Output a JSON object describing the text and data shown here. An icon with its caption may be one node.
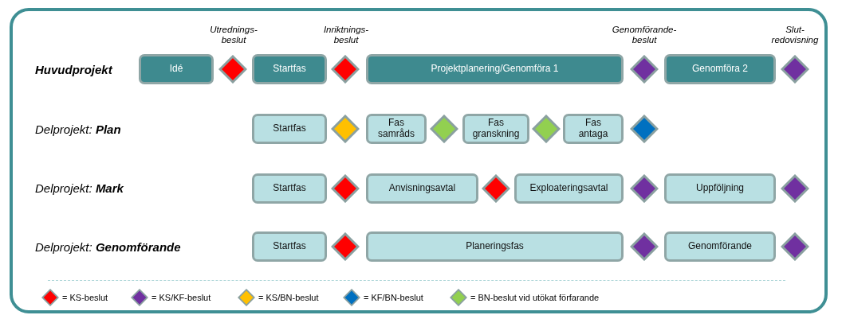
{
  "diagram": {
    "nodes": [
      {
        "text": [
          "Idé"
        ]
      },
      {
        "text": [],
        "shape": "diamond"
      },
      {
        "text": [
          "Startfas"
        ]
      },
      {
        "text": [],
        "shape": "diamond"
      },
      {
        "text": [
          "Projektplanering/Genomföra 1"
        ]
      },
      {
        "text": [],
        "shape": "diamond"
      },
      {
        "text": [
          "Genomföra 2"
        ]
      },
      {
        "text": [],
        "shape": "diamond"
      },
      {
        "text": [
          "Startfas"
        ]
      },
      {
        "text": [],
        "shape": "diamond"
      },
      {
        "text": [
          "Fas samråds"
        ]
      },
      {
        "text": [],
        "shape": "diamond"
      },
      {
        "text": [
          "Fas granskning"
        ]
      },
      {
        "text": [],
        "shape": "diamond"
      },
      {
        "text": [
          "Fas antaga"
        ]
      },
      {
        "text": [],
        "shape": "diamond"
      },
      {
        "text": [
          "Startfas"
        ]
      },
      {
        "text": [],
        "shape": "diamond"
      },
      {
        "text": [
          "Anvisningsavtal"
        ]
      },
      {
        "text": [],
        "shape": "diamond"
      },
      {
        "text": [
          "Exploateringsavtal"
        ]
      },
      {
        "text": [],
        "shape": "diamond"
      },
      {
        "text": [
          "Uppföljning"
        ]
      },
      {
        "text": [],
        "shape": "diamond"
      },
      {
        "text": [
          "Startfas"
        ]
      },
      {
        "text": [],
        "shape": "diamond"
      },
      {
        "text": [
          "Planeringsfas"
        ]
      },
      {
        "text": [],
        "shape": "diamond"
      },
      {
        "text": [
          "Genomförande"
        ]
      },
      {
        "text": [],
        "shape": "diamond"
      }
    ],
    "labels": [
      "Utrednings- beslut",
      "Inriktnings- beslut",
      "Genomförande- beslut",
      "Slut- redovisning",
      "Huvudprojekt",
      "Delprojekt: **Plan**",
      "Delprojekt: **Mark**",
      "Delprojekt: **Genomförande**"
    ],
    "legend": [
      {
        "text": "= KS-beslut",
        "color": "#ff0000"
      },
      {
        "text": "= KS/KF-beslut",
        "color": "#7030a0"
      },
      {
        "text": "= KS/BN-beslut",
        "color": "#ffc000"
      },
      {
        "text": "= KF/BN-beslut",
        "color": "#0070c0"
      },
      {
        "text": "= BN-beslut vid utökat förfarande",
        "color": "#92d050"
      }
    ]
  }
}
